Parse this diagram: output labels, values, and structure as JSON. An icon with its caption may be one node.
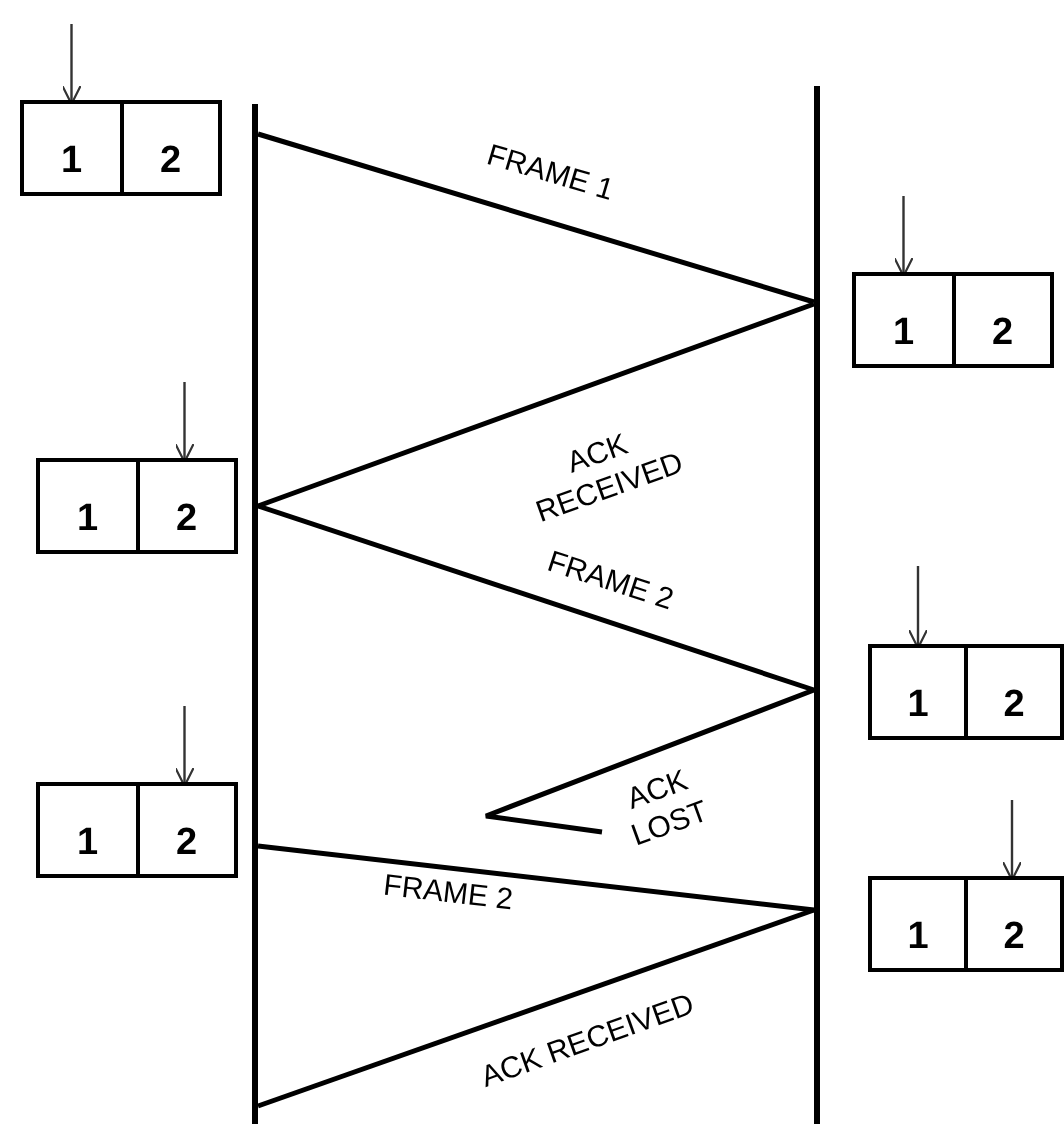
{
  "diagram": {
    "nodes": [
      {
        "text": [],
        "shape": "box"
      },
      {
        "text": [
          "1"
        ],
        "in": 0
      },
      {
        "text": [
          "2"
        ],
        "in": 0
      },
      {
        "text": [],
        "shape": "bar"
      },
      {
        "text": [],
        "shape": "bar"
      },
      {
        "text": [],
        "shape": "box"
      },
      {
        "text": [
          "1"
        ],
        "in": 5
      },
      {
        "text": [
          "2"
        ],
        "in": 5
      },
      {
        "text": [],
        "shape": "box"
      },
      {
        "text": [
          "1"
        ],
        "in": 8
      },
      {
        "text": [
          "2"
        ],
        "in": 8
      },
      {
        "text": [],
        "shape": "box"
      },
      {
        "text": [
          "1"
        ],
        "in": 11
      },
      {
        "text": [
          "2"
        ],
        "in": 11
      },
      {
        "text": [],
        "shape": "box"
      },
      {
        "text": [
          "1"
        ],
        "in": 14
      },
      {
        "text": [
          "2"
        ],
        "in": 14
      },
      {
        "text": [],
        "shape": "box"
      },
      {
        "text": [
          "1"
        ],
        "in": 17
      },
      {
        "text": [
          "2"
        ],
        "in": 17
      }
    ],
    "edges": [
      {
        "from": 3,
        "to": 4,
        "arrow": "none",
        "label": "FRAME 1"
      },
      {
        "from": 4,
        "to": 3,
        "arrow": "none",
        "label": "ACK RECEIVED"
      },
      {
        "from": 3,
        "to": 4,
        "arrow": "none",
        "label": "FRAME 2"
      },
      {
        "from": 4,
        "to": null,
        "arrow": "none",
        "label": "ACK LOST"
      },
      {
        "from": 3,
        "to": 4,
        "arrow": "none",
        "label": "FRAME 2"
      },
      {
        "from": 4,
        "to": 3,
        "arrow": "none",
        "label": "ACK RECEIVED"
      },
      {
        "from": null,
        "to": 1,
        "arrow": "to"
      },
      {
        "from": null,
        "to": 6,
        "arrow": "to"
      },
      {
        "from": null,
        "to": 10,
        "arrow": "to"
      },
      {
        "from": null,
        "to": 12,
        "arrow": "to"
      },
      {
        "from": null,
        "to": 16,
        "arrow": "to"
      },
      {
        "from": null,
        "to": 19,
        "arrow": "to"
      }
    ]
  }
}
